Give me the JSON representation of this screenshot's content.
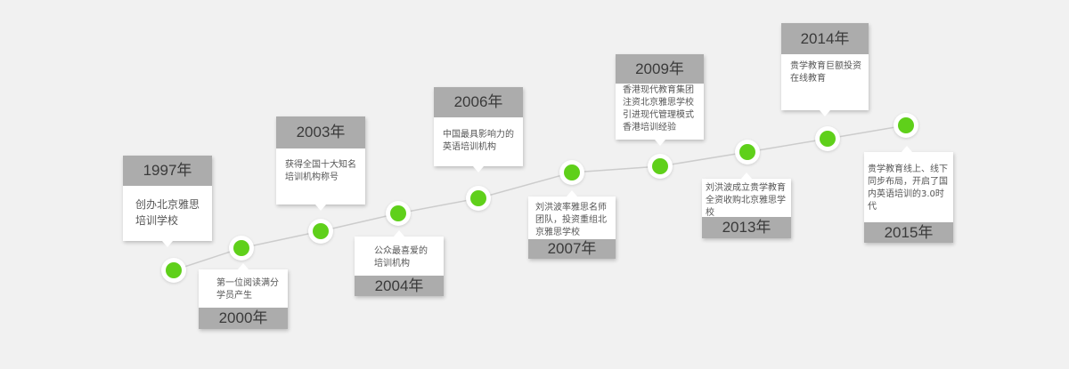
{
  "milestones": [
    {
      "year": "1997年",
      "text": "创办北京雅思培训学校"
    },
    {
      "year": "2000年",
      "text": "第一位阅读满分学员产生"
    },
    {
      "year": "2003年",
      "text": "获得全国十大知名培训机构称号"
    },
    {
      "year": "2004年",
      "text": "公众最喜爱的培训机构"
    },
    {
      "year": "2006年",
      "text": "中国最具影响力的英语培训机构"
    },
    {
      "year": "2007年",
      "text": "刘洪波率雅思名师团队，投资重组北京雅思学校"
    },
    {
      "year": "2009年",
      "text": "香港现代教育集团注资北京雅思学校引进现代管理模式香港培训经验"
    },
    {
      "year": "2013年",
      "text": "刘洪波成立贵学教育全资收购北京雅思学校"
    },
    {
      "year": "2014年",
      "text": "贵学教育巨额投资在线教育"
    },
    {
      "year": "2015年",
      "text": "贵学教育线上、线下同步布局，开启了国内英语培训的3.0时代"
    }
  ],
  "colors": {
    "dot": "#5fd01a",
    "year_bar": "#acacac",
    "line": "#cccccc",
    "background": "#f1f1f1"
  }
}
